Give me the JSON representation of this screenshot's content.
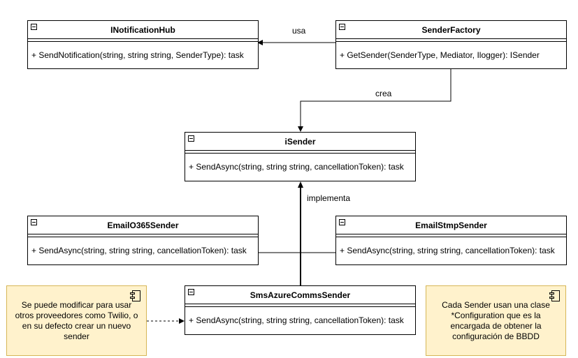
{
  "classes": {
    "notification_hub": {
      "name": "INotificationHub",
      "operation": "+ SendNotification(string, string string, SenderType): task"
    },
    "sender_factory": {
      "name": "SenderFactory",
      "operation": "+ GetSender(SenderType, Mediator, Ilogger): ISender"
    },
    "isender": {
      "name": "iSender",
      "operation": "+ SendAsync(string, string string, cancellationToken): task"
    },
    "email_o365": {
      "name": "EmailO365Sender",
      "operation": "+ SendAsync(string, string string, cancellationToken): task"
    },
    "email_smtp": {
      "name": "EmailStmpSender",
      "operation": "+ SendAsync(string, string string, cancellationToken): task"
    },
    "sms_azure": {
      "name": "SmsAzureCommsSender",
      "operation": "+ SendAsync(string, string string, cancellationToken): task"
    }
  },
  "edges": {
    "usa": "usa",
    "crea": "crea",
    "implementa": "implementa"
  },
  "notes": {
    "left": "Se puede modificar para usar otros proveedores como Twilio, o en su defecto crear un nuevo sender",
    "right": "Cada Sender usan una clase *Configuration que es la encargada de obtener la configuración de BBDD"
  }
}
